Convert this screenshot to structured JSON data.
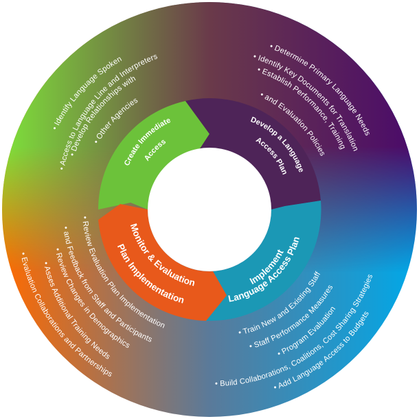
{
  "colors": {
    "green": "#6cc23a",
    "purple": "#4e2458",
    "teal": "#1b98b5",
    "orange": "#e8591b"
  },
  "segments": [
    {
      "id": "create",
      "lines": [
        "Create Immediate",
        "Access"
      ]
    },
    {
      "id": "develop",
      "lines": [
        "Develop a Language",
        "Access Plan"
      ]
    },
    {
      "id": "implement",
      "lines": [
        "Implement",
        "Language Access Plan"
      ]
    },
    {
      "id": "monitor",
      "lines": [
        "Monitor & Evaluation",
        "Plan Implementation"
      ]
    }
  ],
  "bullets": {
    "create": [
      "Identify Language Spoken",
      "Access to Language Line and Interpreters",
      "Develop Relationships with",
      "Other Agencies"
    ],
    "develop": [
      "Determine Primary Language Needs",
      "Identify Key Documents for Translation",
      "Establish Performance, Training",
      "and Evaluation Policies"
    ],
    "implement": [
      "Train New and Existing Staff",
      "Staff Performance Measures",
      "Program Evaluation",
      "Build Collaborations, Coalitions, Cost Sharing Strategies",
      "Add Language Access to Budgets"
    ],
    "monitor": [
      "Review Evaluation Plan Implementation",
      "and Feedback from Staff and Participants",
      "Review Changes in Demographics",
      "Asses Additional Training Needs",
      "Evaluation Collaborations and Partnerships"
    ]
  }
}
